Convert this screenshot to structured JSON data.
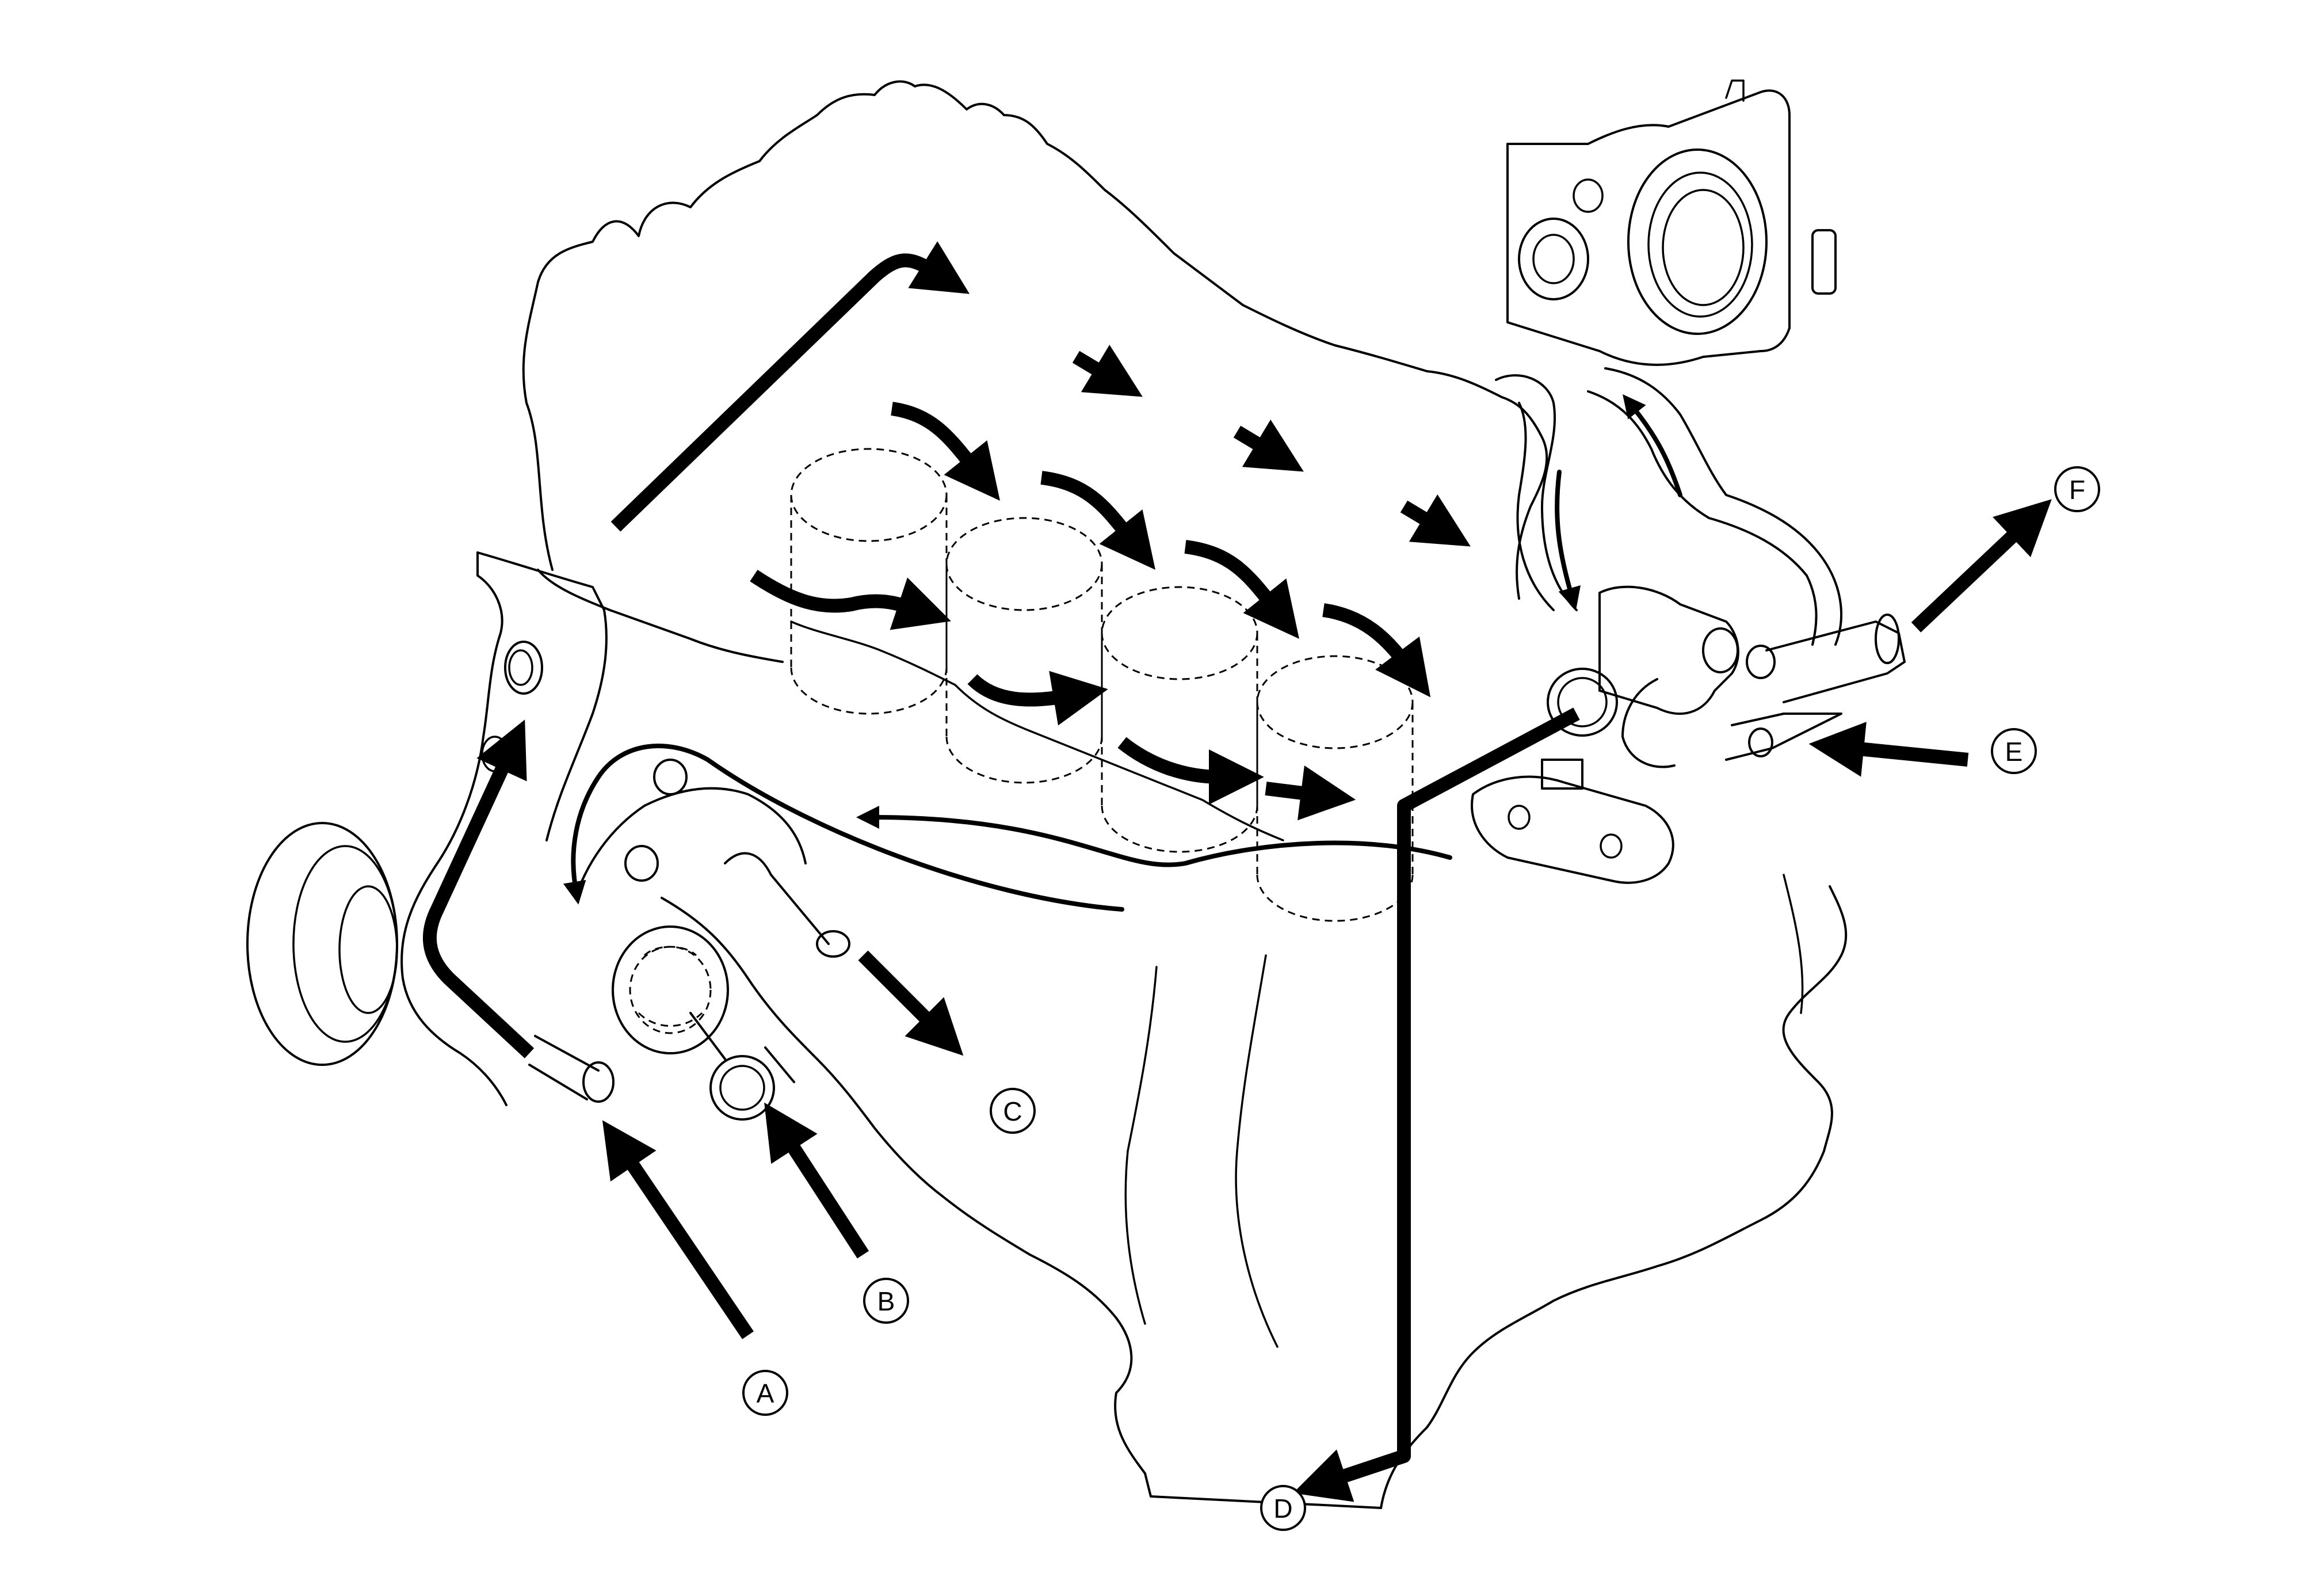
{
  "callouts": {
    "a": "A",
    "b": "B",
    "c": "C",
    "d": "D",
    "e": "E",
    "f": "F"
  }
}
